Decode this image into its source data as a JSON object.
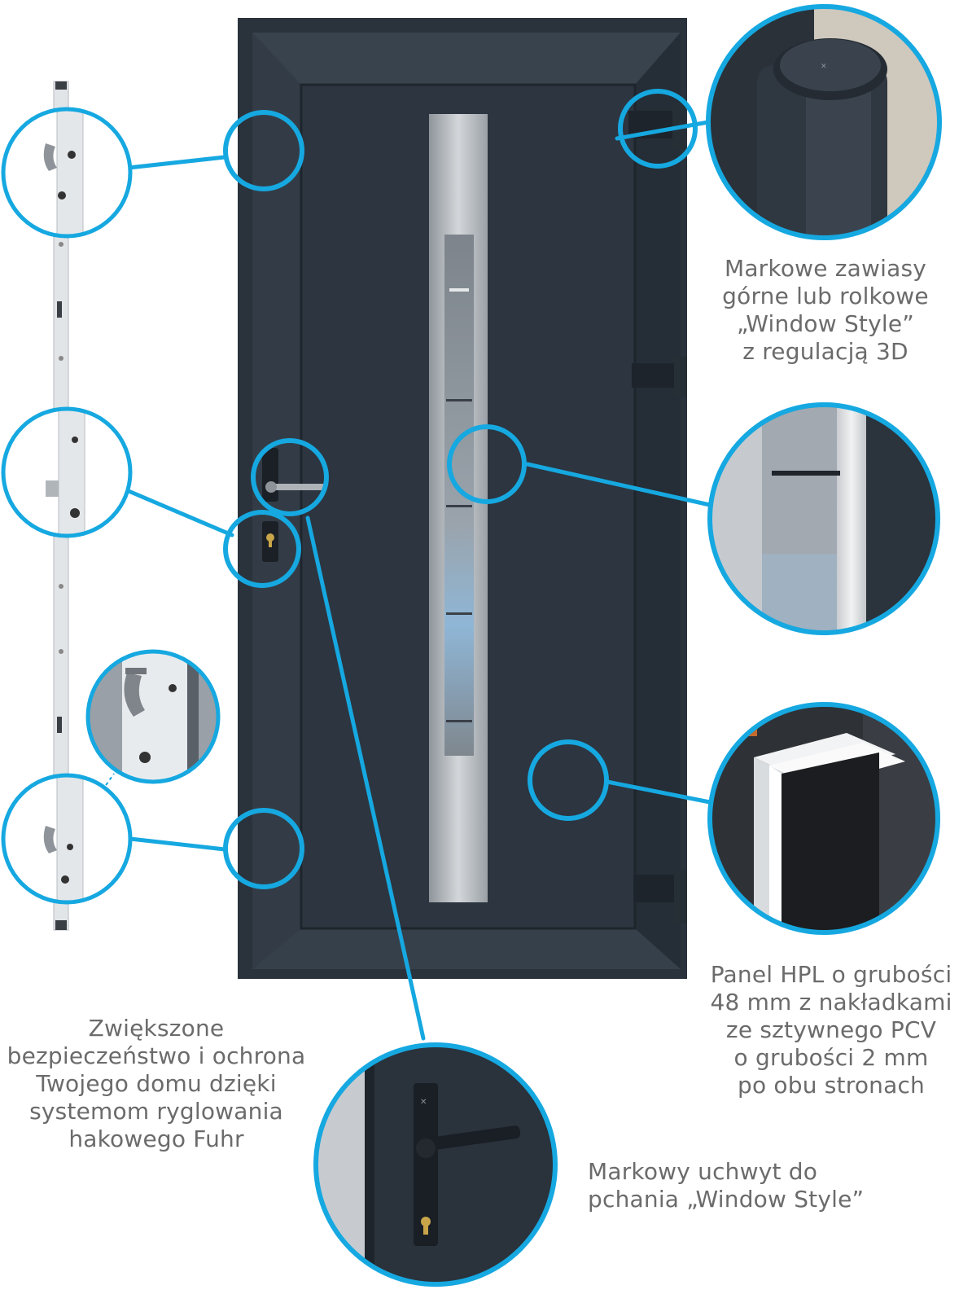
{
  "captions": {
    "hinges": [
      "Markowe zawiasy",
      "górne lub rolkowe",
      "„Window Style”",
      "z regulacją 3D"
    ],
    "panel": [
      "Panel HPL o grubości",
      "48 mm z nakładkami",
      "ze sztywnego PCV",
      "o grubości 2 mm",
      "po obu stronach"
    ],
    "locking": [
      "Zwiększone",
      "bezpieczeństwo i ochrona",
      "Twojego domu dzięki",
      "systemom ryglowania",
      "hakowego Fuhr"
    ],
    "handle": [
      "Markowy uchwyt do",
      "pchania „Window Style”"
    ]
  },
  "colors": {
    "accent": "#16a8e0",
    "door": "#2c3540",
    "door_dark": "#1f262e",
    "steel": "#b9bec3",
    "caption": "#6b6b6b"
  }
}
